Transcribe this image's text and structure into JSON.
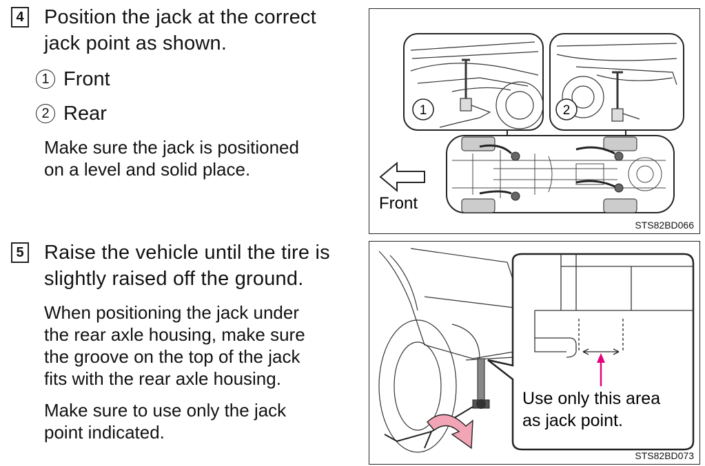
{
  "step4": {
    "number": "4",
    "heading_line1": "Position the jack at the correct",
    "heading_line2": "jack point as shown.",
    "items": [
      {
        "num": "1",
        "label": "Front"
      },
      {
        "num": "2",
        "label": "Rear"
      }
    ],
    "note_line1": "Make sure the jack is positioned",
    "note_line2": "on a level and solid place."
  },
  "step5": {
    "number": "5",
    "heading_line1": "Raise the vehicle until the tire is",
    "heading_line2": "slightly raised off the ground.",
    "para1_line1": "When positioning the jack under",
    "para1_line2": "the rear axle housing, make sure",
    "para1_line3": "the groove on the top of the jack",
    "para1_line4": "fits with the rear axle housing.",
    "para2_line1": "Make sure to use only the jack",
    "para2_line2": "point indicated."
  },
  "figure1": {
    "front_label": "Front",
    "callout1": "1",
    "callout2": "2",
    "code": "STS82BD066"
  },
  "figure2": {
    "callout_line1": "Use only this area",
    "callout_line2": "as jack point.",
    "code": "STS82BD073",
    "arrow_color": "#e6007e",
    "rotate_arrow_color": "#f2a5b5"
  }
}
